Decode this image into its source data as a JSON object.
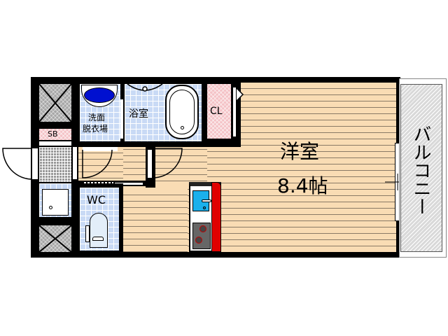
{
  "plan": {
    "rooms": {
      "western_room": {
        "name": "洋室",
        "size": "8.4帖"
      },
      "bath": {
        "name": "浴室"
      },
      "washroom": {
        "line1": "洗面",
        "line2": "脱衣場"
      },
      "closet": {
        "name": "CL"
      },
      "shoe_box": {
        "name": "SB"
      },
      "toilet": {
        "name": "WC"
      },
      "balcony": {
        "name": "バルコニー"
      }
    },
    "colors": {
      "wall": "#000000",
      "floor": "#f9dcb4",
      "tile": "#c9daf5",
      "closet": "#f4c2c6",
      "basin": "#0010d0",
      "sink": "#1ab0ec",
      "counter_edge": "#e00000",
      "balcony": "#d9d9d9"
    }
  }
}
